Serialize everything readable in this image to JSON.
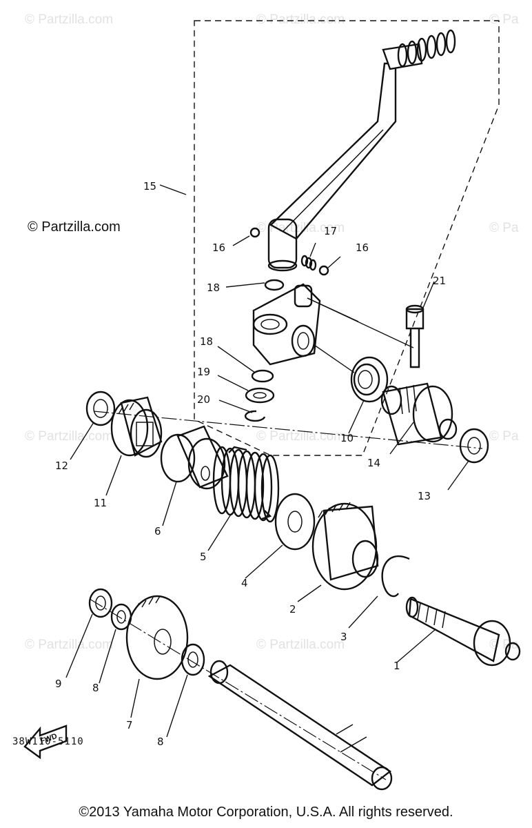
{
  "watermark": {
    "text": "© Partzilla.com",
    "repeat_text": "© Partzilla.com",
    "partial_text": "© Pa"
  },
  "diagram": {
    "code": "38W110-5110",
    "fwd_label": "FWD",
    "callouts": [
      "1",
      "2",
      "3",
      "4",
      "5",
      "6",
      "7",
      "8",
      "8",
      "9",
      "10",
      "11",
      "12",
      "13",
      "14",
      "15",
      "16",
      "16",
      "17",
      "18",
      "18",
      "19",
      "20",
      "21"
    ]
  },
  "footer": {
    "copyright": "©2013 Yamaha Motor Corporation, U.S.A. All rights reserved."
  }
}
